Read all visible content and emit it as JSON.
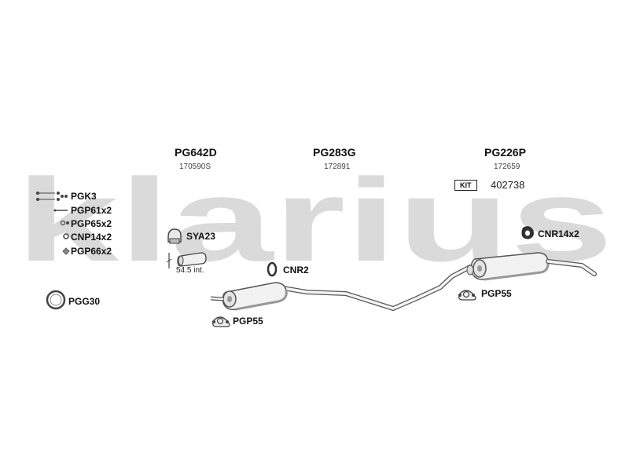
{
  "watermark": {
    "text": "klarius",
    "color": "#d9d9d9"
  },
  "kits": [
    {
      "code": "PG642D",
      "ref": "170590S"
    },
    {
      "code": "PG283G",
      "ref": "172891"
    },
    {
      "code": "PG226P",
      "ref": "172659"
    }
  ],
  "kit_badge": {
    "label": "KIT",
    "number": "402738"
  },
  "legend": [
    {
      "label": "PGK3",
      "icon": "bolt-icon"
    },
    {
      "label": "PGP61x2",
      "icon": "spring-icon"
    },
    {
      "label": "PGP65x2",
      "icon": "washer-icon"
    },
    {
      "label": "CNP14x2",
      "icon": "nut-icon"
    },
    {
      "label": "PGP66x2",
      "icon": "clip-icon"
    }
  ],
  "parts": {
    "pgg30": "PGG30",
    "sya23": "SYA23",
    "pipe_note": "54.5 int.",
    "cnr2": "CNR2",
    "pgp55_front": "PGP55",
    "pgp55_rear": "PGP55",
    "cnr14x2": "CNR14x2"
  },
  "colors": {
    "line": "#555555",
    "fill": "#f2f2f2",
    "shade": "#c8c8c8"
  }
}
